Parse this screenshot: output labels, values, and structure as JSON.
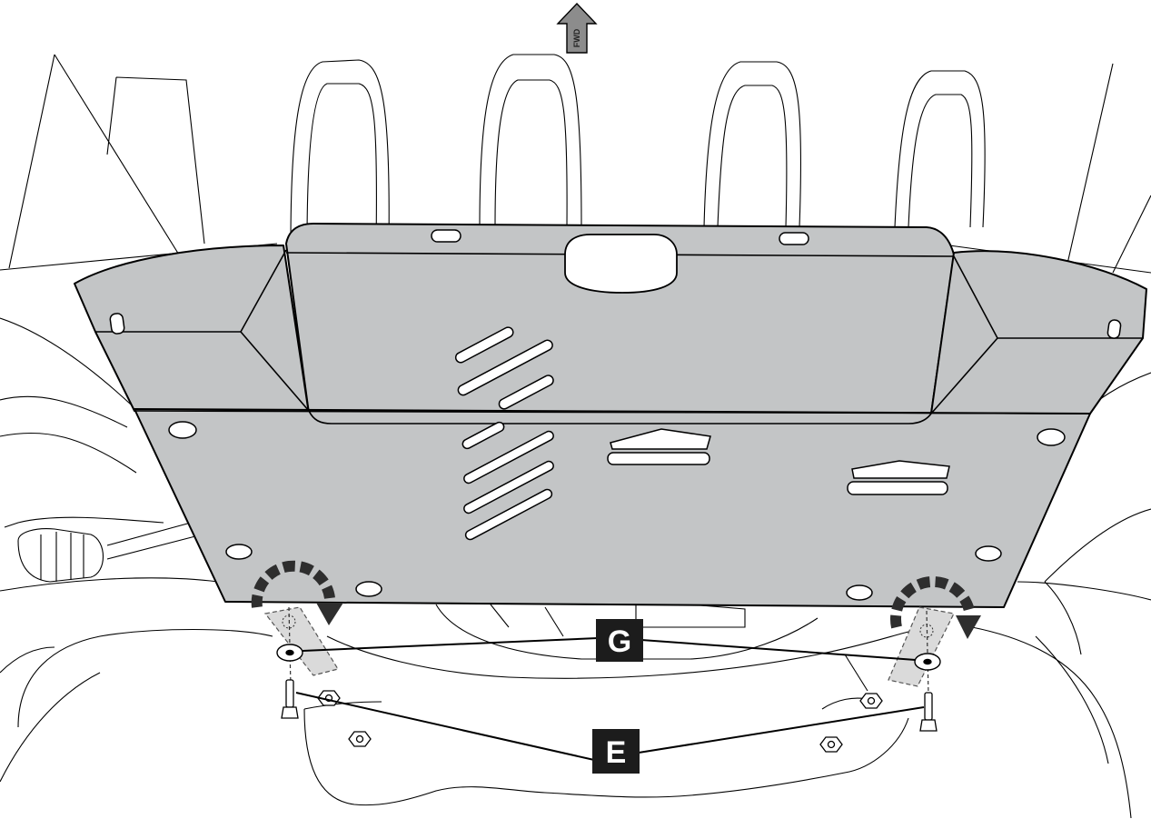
{
  "figure": {
    "forward_arrow": {
      "label": "FWD",
      "icon": "up-arrow-icon"
    },
    "callouts": [
      {
        "key": "G",
        "part": "washer"
      },
      {
        "key": "E",
        "part": "bolt"
      }
    ],
    "colors": {
      "plate_fill": "#c3c5c6",
      "outline": "#000000",
      "callout_bg": "#1c1c1c",
      "callout_text": "#ffffff",
      "rotation_arrow": "#333333",
      "bracket_fill": "#dadada"
    }
  }
}
